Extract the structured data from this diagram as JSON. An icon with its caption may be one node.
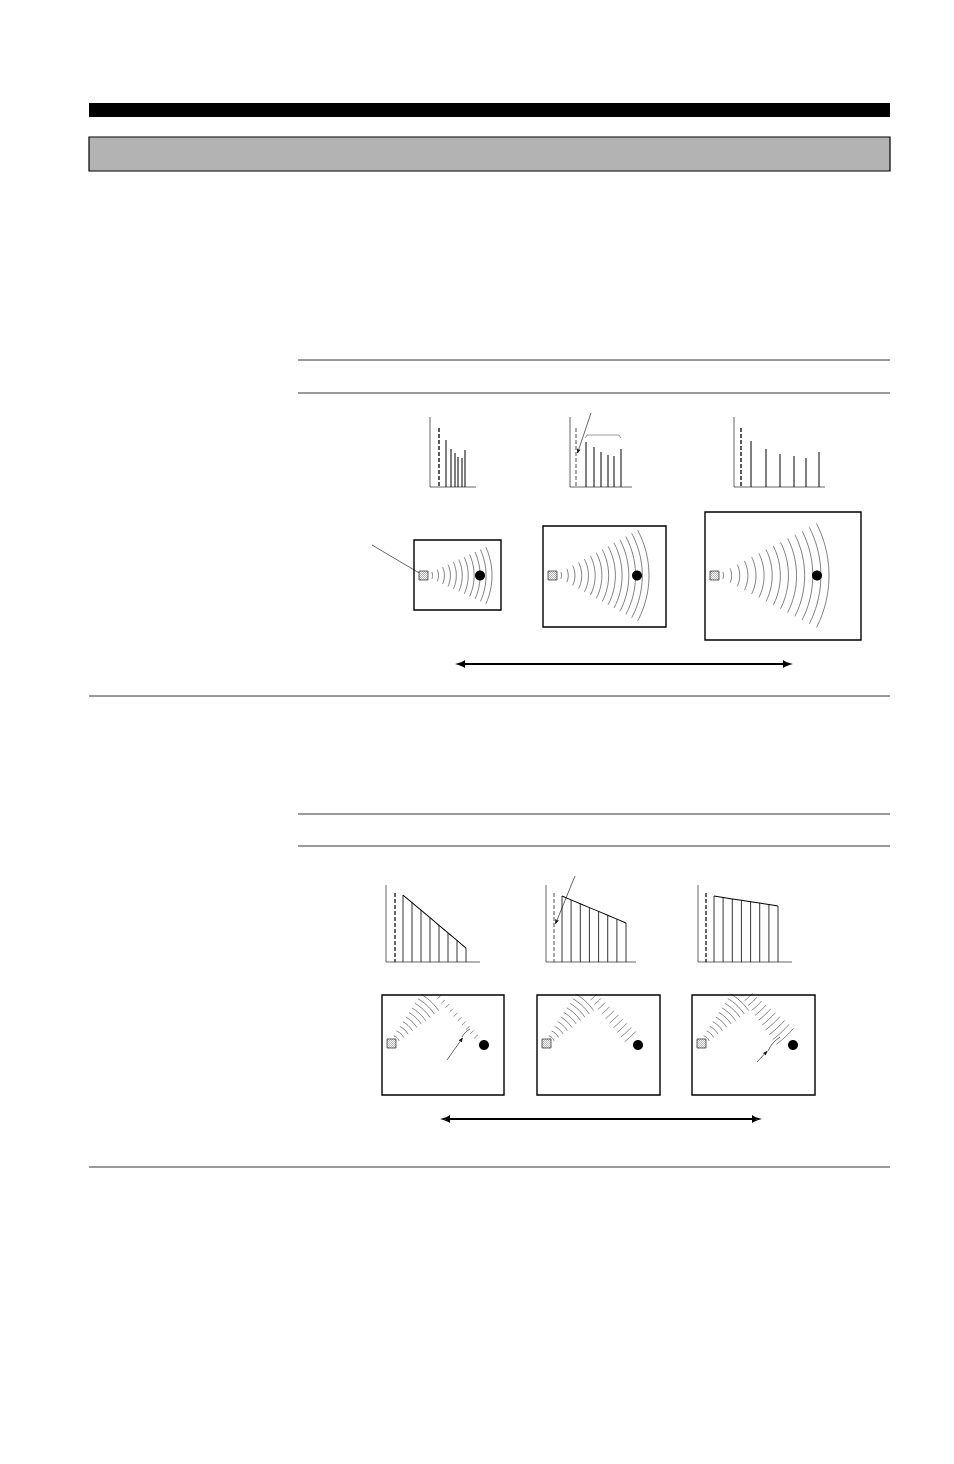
{
  "diagram": {
    "nodes": [
      {
        "text": [],
        "shape": "line"
      },
      {
        "text": [],
        "shape": "box"
      },
      {
        "text": [],
        "shape": "box"
      },
      {
        "text": [],
        "shape": "box"
      },
      {
        "text": [],
        "shape": "box",
        "in": 1
      },
      {
        "text": [],
        "shape": "line"
      },
      {
        "text": [],
        "shape": "box"
      },
      {
        "text": [],
        "shape": "box"
      },
      {
        "text": [],
        "shape": "box"
      },
      {
        "text": [],
        "shape": "arc",
        "in": 6
      },
      {
        "text": [],
        "shape": "arc",
        "in": 8
      }
    ],
    "edges": [
      {
        "from": null,
        "to": 0,
        "arrow": "to"
      },
      {
        "from": null,
        "to": 4,
        "arrow": "none"
      },
      {
        "from": null,
        "to": 5,
        "arrow": "to"
      },
      {
        "from": null,
        "to": 9,
        "arrow": "to"
      },
      {
        "from": null,
        "to": 10,
        "arrow": "to"
      }
    ]
  }
}
